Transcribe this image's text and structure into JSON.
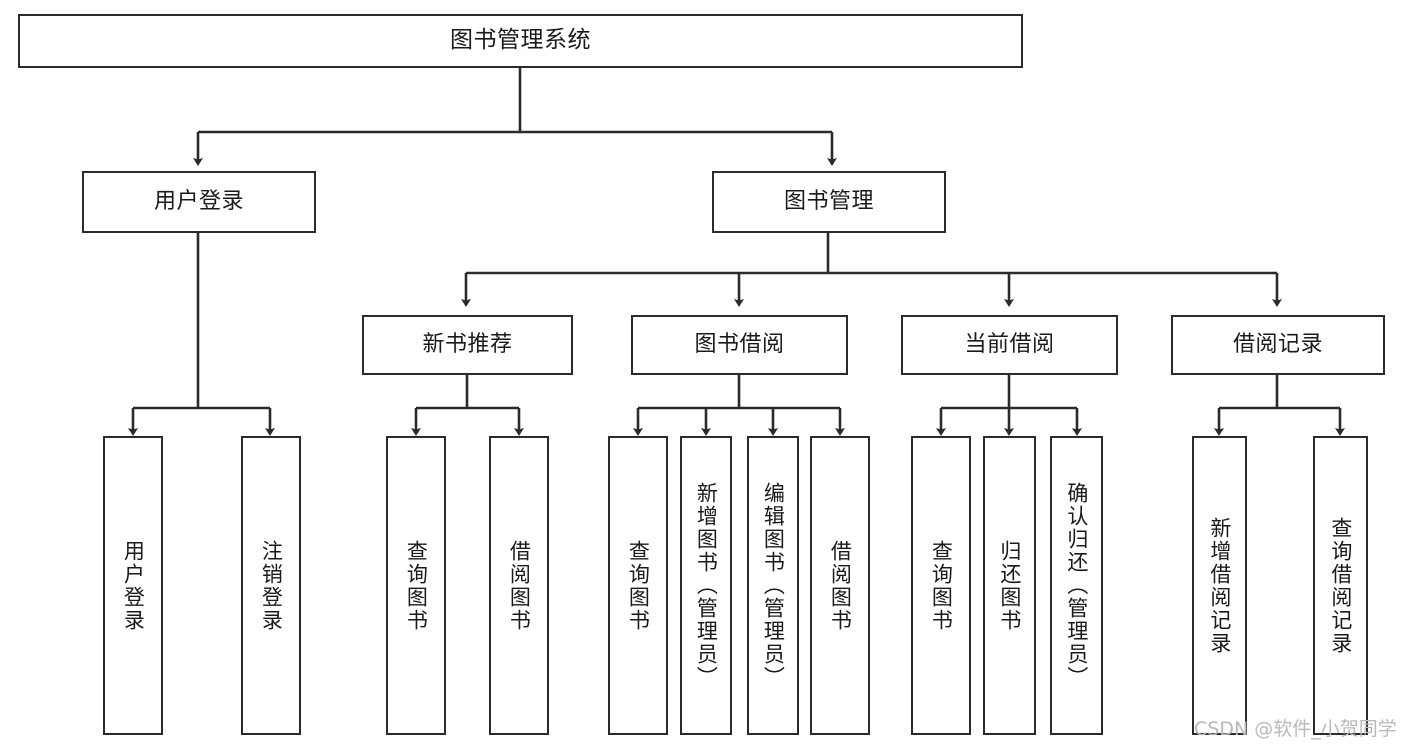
{
  "diagram": {
    "title": "图书管理系统",
    "type": "tree",
    "root": {
      "id": "root",
      "label": "图书管理系统"
    },
    "level2": [
      {
        "id": "user-login",
        "label": "用户登录"
      },
      {
        "id": "book-manage",
        "label": "图书管理"
      }
    ],
    "level3": [
      {
        "id": "new-book-recommend",
        "label": "新书推荐",
        "parent": "book-manage"
      },
      {
        "id": "book-borrow",
        "label": "图书借阅",
        "parent": "book-manage"
      },
      {
        "id": "current-borrow",
        "label": "当前借阅",
        "parent": "book-manage"
      },
      {
        "id": "borrow-record",
        "label": "借阅记录",
        "parent": "book-manage"
      }
    ],
    "leaves": [
      {
        "id": "leaf-user-login",
        "label": "用户登录",
        "parent": "user-login"
      },
      {
        "id": "leaf-logout",
        "label": "注销登录",
        "parent": "user-login"
      },
      {
        "id": "leaf-query-book-1",
        "label": "查询图书",
        "parent": "new-book-recommend"
      },
      {
        "id": "leaf-borrow-book-1",
        "label": "借阅图书",
        "parent": "new-book-recommend"
      },
      {
        "id": "leaf-query-book-2",
        "label": "查询图书",
        "parent": "book-borrow"
      },
      {
        "id": "leaf-add-book",
        "label": "新增图书（管理员）",
        "parent": "book-borrow"
      },
      {
        "id": "leaf-edit-book",
        "label": "编辑图书（管理员）",
        "parent": "book-borrow"
      },
      {
        "id": "leaf-borrow-book-2",
        "label": "借阅图书",
        "parent": "book-borrow"
      },
      {
        "id": "leaf-query-book-3",
        "label": "查询图书",
        "parent": "current-borrow"
      },
      {
        "id": "leaf-return-book",
        "label": "归还图书",
        "parent": "current-borrow"
      },
      {
        "id": "leaf-confirm-return",
        "label": "确认归还（管理员）",
        "parent": "current-borrow"
      },
      {
        "id": "leaf-add-record",
        "label": "新增借阅记录",
        "parent": "borrow-record"
      },
      {
        "id": "leaf-query-record",
        "label": "查询借阅记录",
        "parent": "borrow-record"
      }
    ]
  },
  "watermark": {
    "text": "CSDN @软件_小贺同学"
  },
  "colors": {
    "border": "#2b2b2b",
    "text": "#1a1a1a",
    "background": "#ffffff",
    "watermark": "#b9b9b9"
  }
}
